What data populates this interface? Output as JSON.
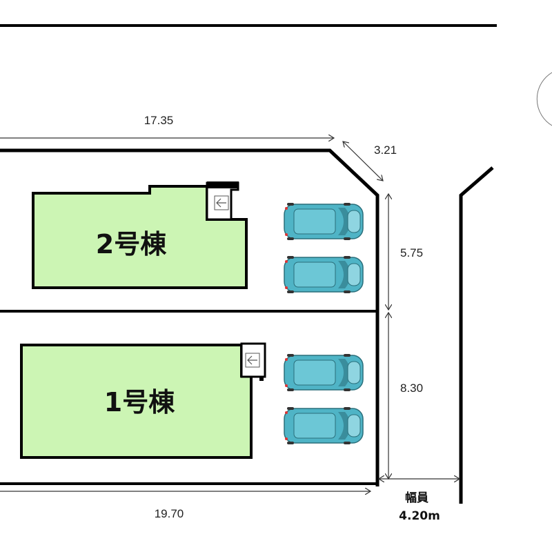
{
  "buildings": [
    {
      "label": "2号棟"
    },
    {
      "label": "1号棟"
    }
  ],
  "dimensions": {
    "top_width": "17.35",
    "corner_cut": "3.21",
    "upper_depth": "5.75",
    "lower_depth": "8.30",
    "bottom_width": "19.70"
  },
  "road": {
    "width_label": "幅員",
    "width_value": "4.20m"
  },
  "colors": {
    "building_fill": "#ccf5b4",
    "car_body": "#4fb4c6",
    "line": "#000000"
  },
  "icons": [
    "car-icon",
    "entrance-arrow-icon"
  ]
}
